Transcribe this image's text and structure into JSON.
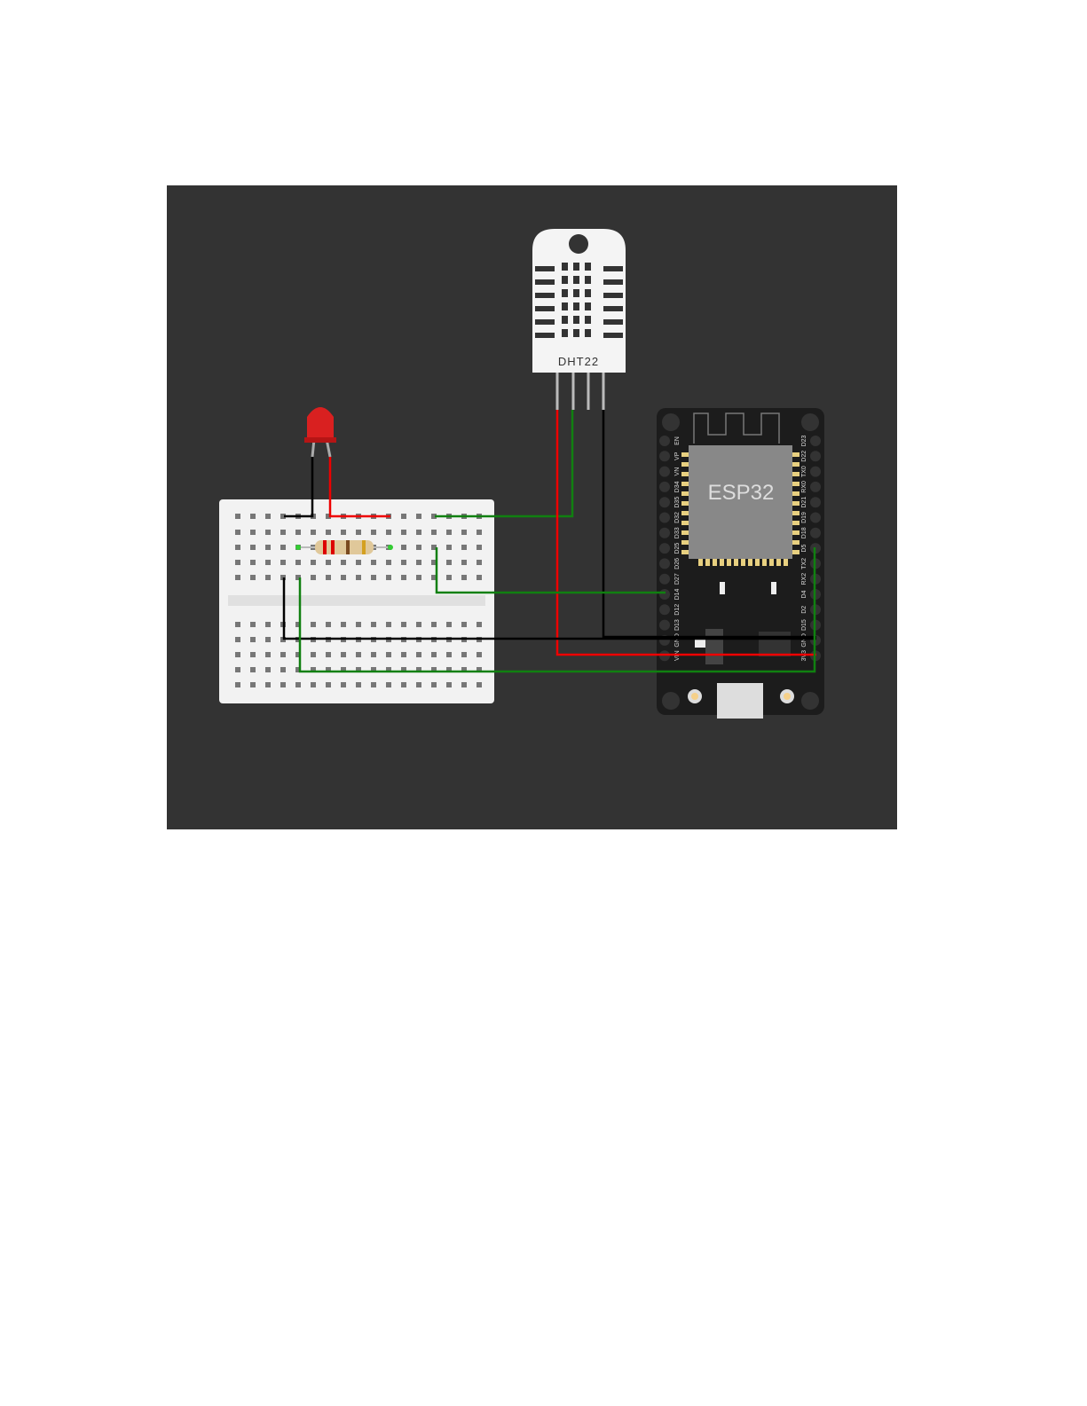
{
  "diagram": {
    "dht_label": "DHT22",
    "esp_label": "ESP32",
    "esp_left_pins": [
      "EN",
      "VP",
      "VN",
      "D34",
      "D35",
      "D32",
      "D33",
      "D25",
      "D26",
      "D27",
      "D14",
      "D12",
      "D13",
      "GND",
      "VIN"
    ],
    "esp_right_pins": [
      "D23",
      "D22",
      "TX0",
      "RX0",
      "D21",
      "D19",
      "D18",
      "D5",
      "TX2",
      "RX2",
      "D4",
      "D2",
      "D15",
      "GND",
      "3V3"
    ],
    "colors": {
      "background": "#333333",
      "wire_red": "#e00000",
      "wire_green": "#108010",
      "wire_black": "#000000",
      "board": "#1c1c1c"
    }
  }
}
